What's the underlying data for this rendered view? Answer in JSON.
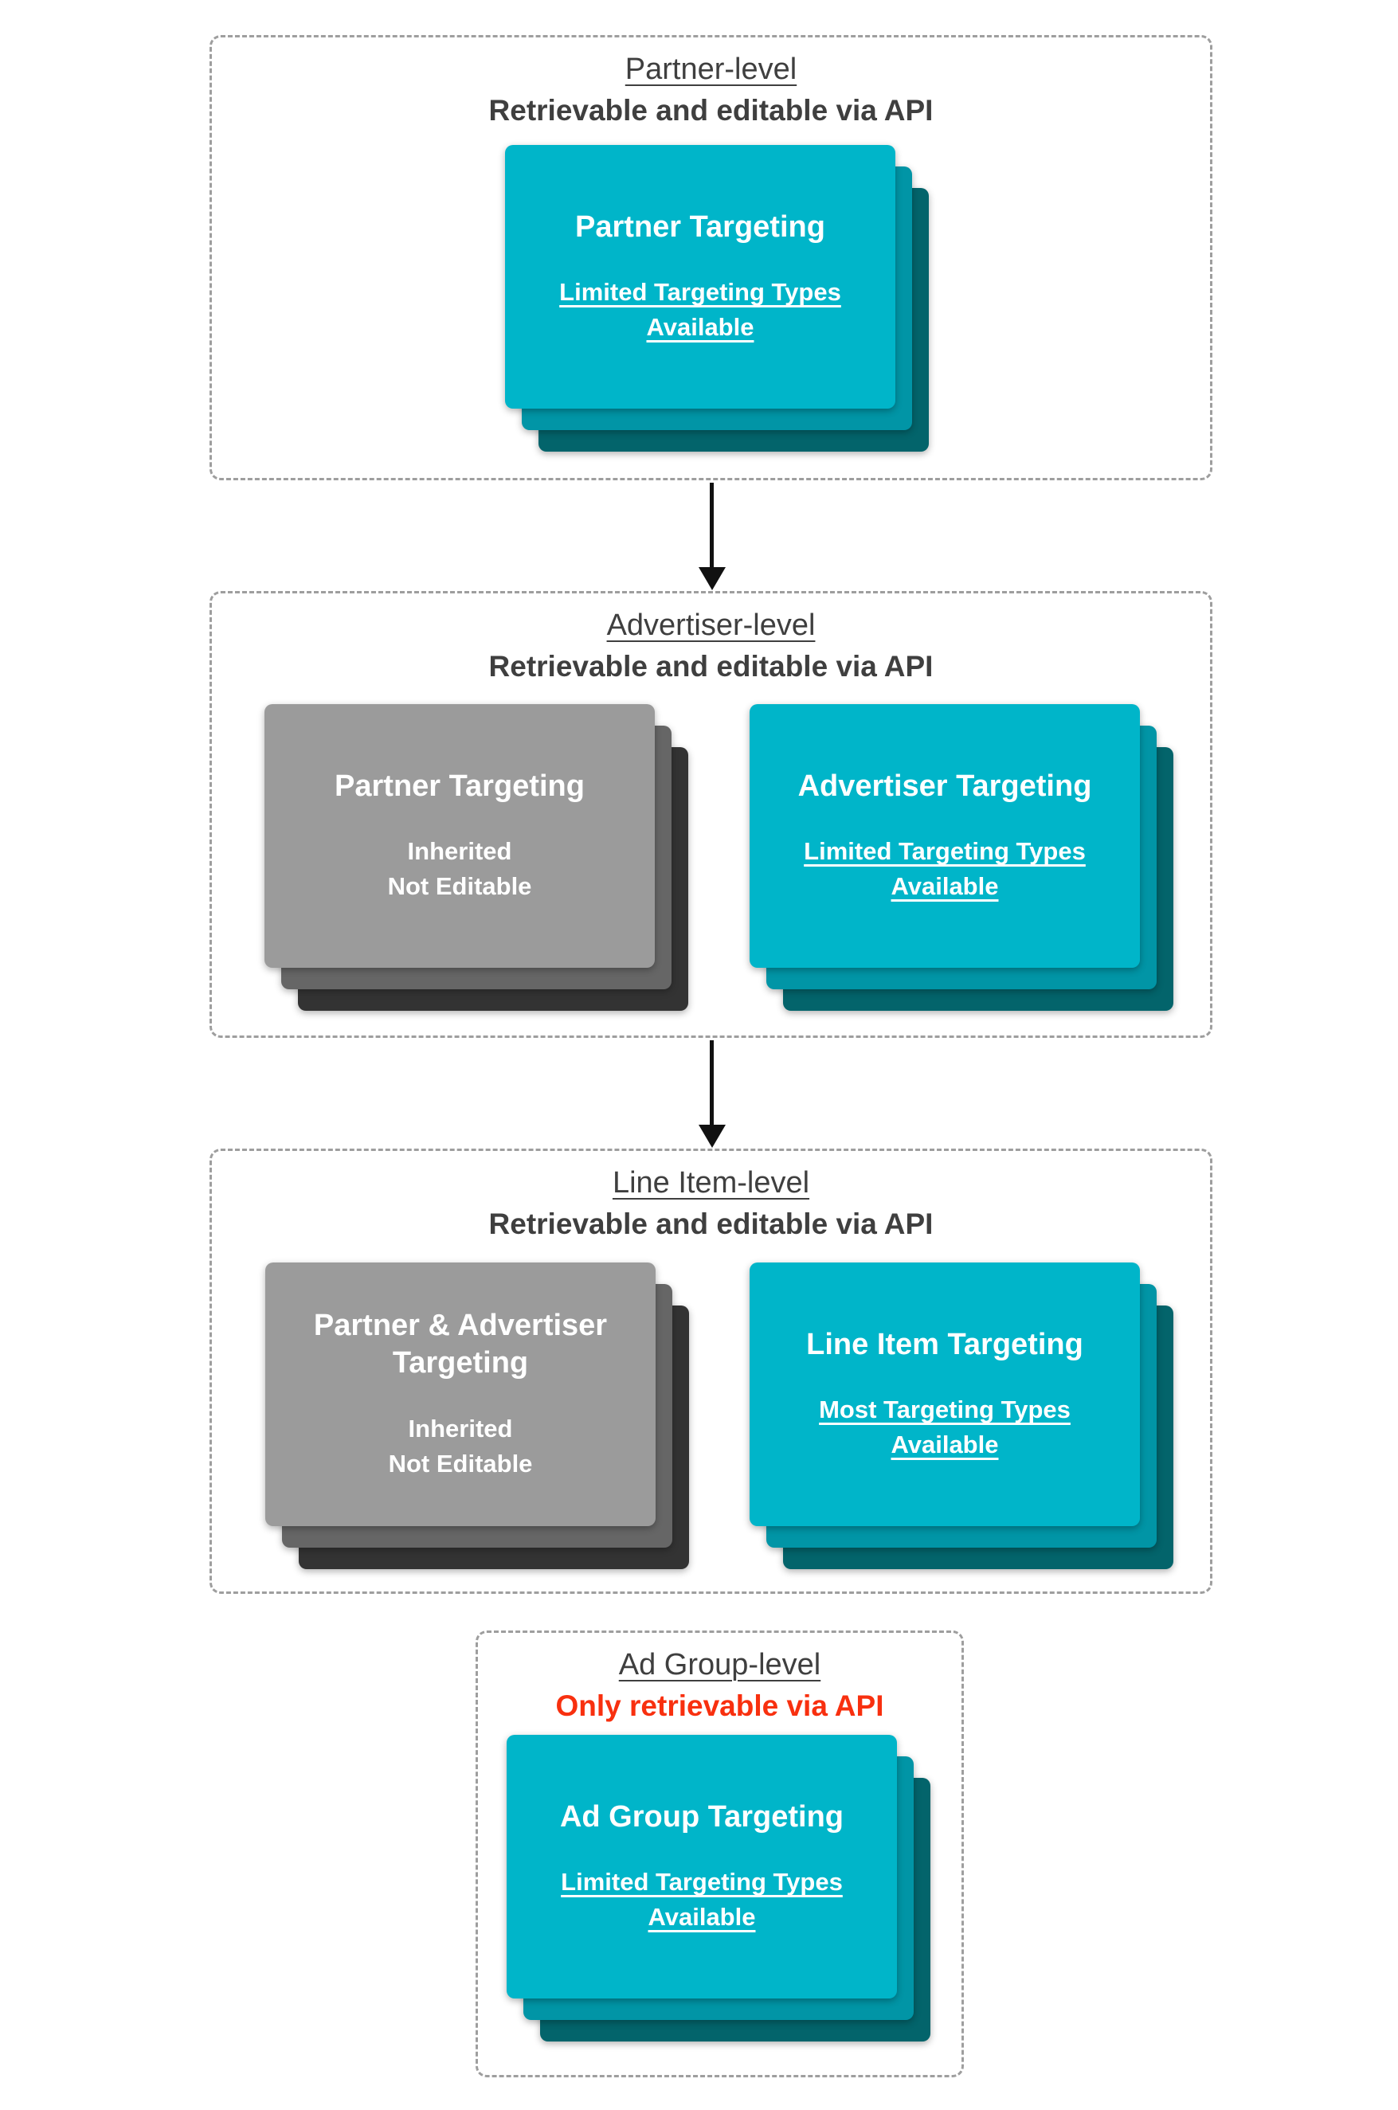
{
  "colors": {
    "teal_card_front": "#00b5c9",
    "teal_card_middle": "#0195a6",
    "teal_card_back": "#03646b",
    "gray_card_front": "#9b9b9b",
    "gray_card_middle": "#666666",
    "gray_card_back": "#333333",
    "heading_text": "#3f3f3f",
    "red_emphasis": "#f8300f",
    "dashed_border": "#9e9e9e",
    "card_text": "#ffffff",
    "arrow": "#111111"
  },
  "sections": [
    {
      "title": "Partner-level",
      "subtitle": "Retrievable and editable via API",
      "cards": [
        {
          "variant": "teal",
          "title": "Partner Targeting",
          "subtitle": "Limited Targeting Types\nAvailable"
        }
      ]
    },
    {
      "title": "Advertiser-level",
      "subtitle": "Retrievable and editable via API",
      "cards": [
        {
          "variant": "gray",
          "title": "Partner Targeting",
          "subtitle": "Inherited\nNot Editable"
        },
        {
          "variant": "teal",
          "title": "Advertiser Targeting",
          "subtitle": "Limited Targeting Types\nAvailable"
        }
      ]
    },
    {
      "title": "Line Item-level",
      "subtitle": "Retrievable and editable via API",
      "cards": [
        {
          "variant": "gray",
          "title": "Partner & Advertiser\nTargeting",
          "subtitle": "Inherited\nNot Editable"
        },
        {
          "variant": "teal",
          "title": "Line Item Targeting",
          "subtitle": "Most Targeting Types\nAvailable"
        }
      ]
    },
    {
      "title": "Ad Group-level",
      "subtitle": "Only retrievable via API",
      "cards": [
        {
          "variant": "teal",
          "title": "Ad Group Targeting",
          "subtitle": "Limited Targeting Types\nAvailable"
        }
      ]
    }
  ]
}
